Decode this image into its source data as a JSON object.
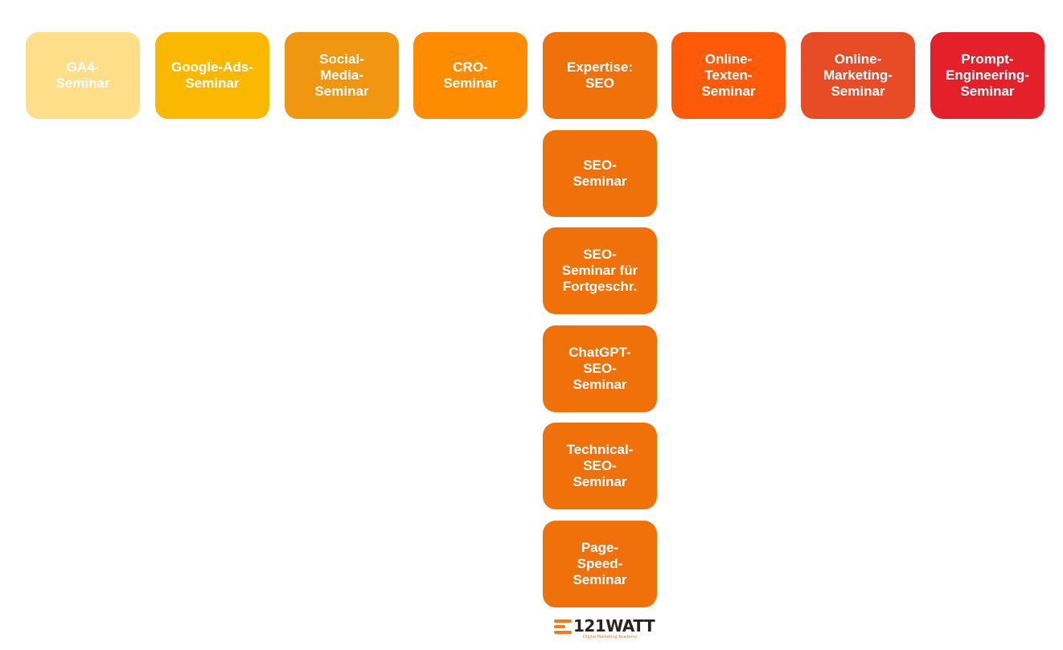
{
  "top_row": [
    {
      "label": "GA4-\nSeminar",
      "color": "#ffde8a"
    },
    {
      "label": "Google-Ads-\nSeminar",
      "color": "#fbb800"
    },
    {
      "label": "Social-\nMedia-\nSeminar",
      "color": "#f09610"
    },
    {
      "label": "CRO-\nSeminar",
      "color": "#ff8c00"
    },
    {
      "label": "Expertise:\nSEO",
      "color": "#f0700a"
    },
    {
      "label": "Online-\nTexten-\nSeminar",
      "color": "#ff5a0a"
    },
    {
      "label": "Online-\nMarketing-\nSeminar",
      "color": "#e84c26"
    },
    {
      "label": "Prompt-\nEngineering-\nSeminar",
      "color": "#e4202a"
    }
  ],
  "seo_column": [
    {
      "label": "SEO-\nSeminar",
      "color": "#f0700a"
    },
    {
      "label": "SEO-\nSeminar für\nFortgeschr.",
      "color": "#f0700a"
    },
    {
      "label": "ChatGPT-\nSEO-\nSeminar",
      "color": "#f0700a"
    },
    {
      "label": "Technical-\nSEO-\nSeminar",
      "color": "#f0700a"
    },
    {
      "label": "Page-\nSpeed-\nSeminar",
      "color": "#f0700a"
    }
  ],
  "logo": {
    "name": "121WATT",
    "tagline": "Digital Marketing Academy"
  }
}
